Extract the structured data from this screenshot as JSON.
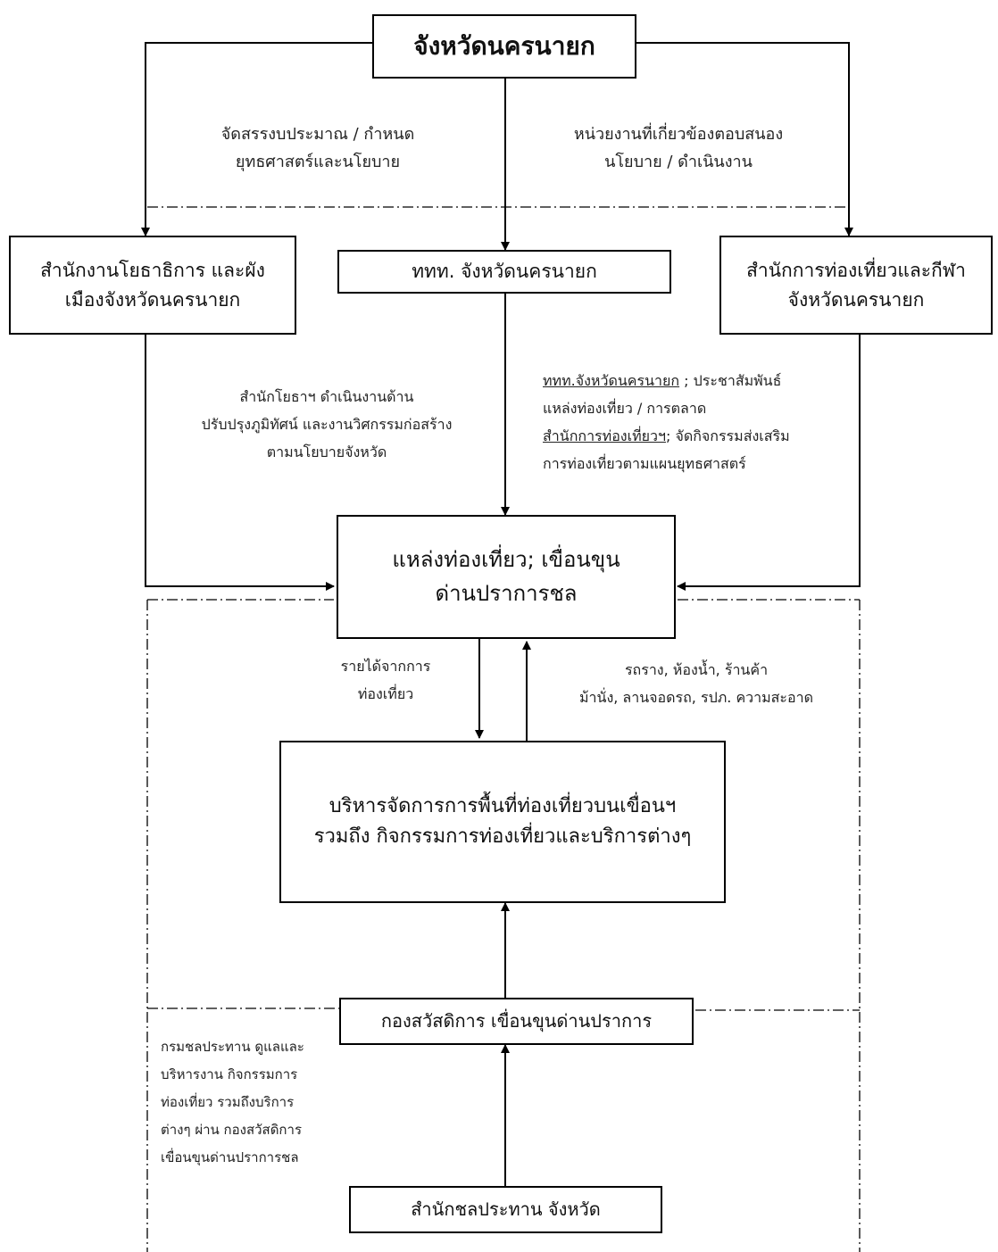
{
  "boxes": {
    "province": "จังหวัดนครนายก",
    "public_works": {
      "line1": "สำนักงานโยธาธิการ และผัง",
      "line2": "เมืองจังหวัดนครนายก"
    },
    "tat": "ททท. จังหวัดนครนายก",
    "tourism_sports": {
      "line1": "สำนักการท่องเที่ยวและกีฬา",
      "line2": "จังหวัดนครนายก"
    },
    "attraction": {
      "line1": "แหล่งท่องเที่ยว;  เขื่อนขุน",
      "line2": "ด่านปราการชล"
    },
    "management": {
      "line1": "บริหารจัดการการพื้นที่ท่องเที่ยวบนเขื่อนฯ",
      "line2": "รวมถึง กิจกรรมการท่องเที่ยวและบริการต่างๆ"
    },
    "welfare": "กองสวัสดิการ เขื่อนขุนด่านปราการ",
    "irrigation": "สำนักชลประทาน จังหวัด"
  },
  "labels": {
    "budget": {
      "line1": "จัดสรรงบประมาณ / กำหนด",
      "line2": "ยุทธศาสตร์และนโยบาย"
    },
    "agencies": {
      "line1": "หน่วยงานที่เกี่ยวข้องตอบสนอง",
      "line2": "นโยบาย / ดำเนินงาน"
    },
    "works": {
      "line1": "สำนักโยธาฯ ดำเนินงานด้าน",
      "line2": "ปรับปรุงภูมิทัศน์ และงานวิศกรรมก่อสร้าง",
      "line3": "ตามนโยบายจังหวัด"
    },
    "tat_role": {
      "tat_name": "ททท.จังหวัดนครนายก",
      "tat_text": " ;  ประชาสัมพันธ์",
      "line2": "แหล่งท่องเที่ยว / การตลาด",
      "office_name": "สำนักการท่องเที่ยวฯ",
      "office_text": ";  จัดกิจกรรมส่งเสริม",
      "line4": "การท่องเที่ยวตามแผนยุทธศาสตร์"
    },
    "income": {
      "line1": "รายได้จากการ",
      "line2": "ท่องเที่ยว"
    },
    "facilities": {
      "line1": "รถราง, ห้องน้ำ, ร้านค้า",
      "line2": "ม้านั่ง, ลานจอดรถ, รปภ. ความสะอาด"
    },
    "rid": {
      "line1": "กรมชลประทาน ดูแลและ",
      "line2": "บริหารงาน กิจกรรมการ",
      "line3": "ท่องเที่ยว รวมถึงบริการ",
      "line4": "ต่างๆ ผ่าน กองสวัสดิการ",
      "line5": "เขื่อนขุนด่านปราการชล"
    }
  }
}
